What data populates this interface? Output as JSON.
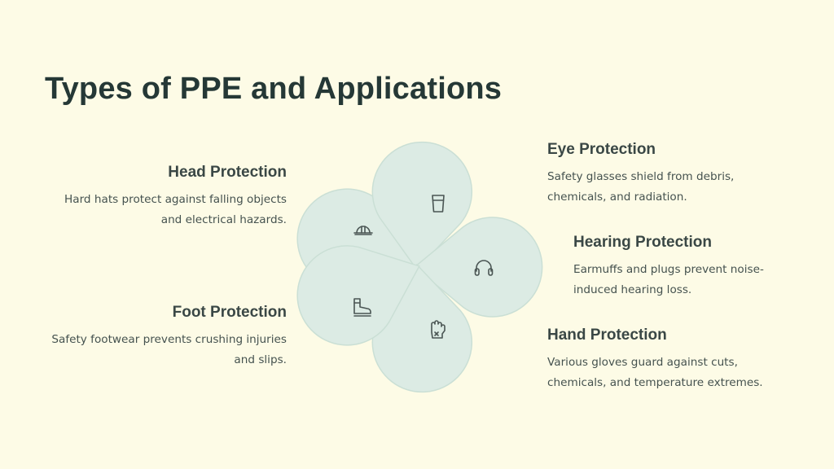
{
  "title": "Types of PPE and Applications",
  "items": {
    "head": {
      "heading": "Head Protection",
      "line1": "Hard hats protect against falling objects",
      "line2": "and electrical hazards.",
      "icon": "hard-hat-icon"
    },
    "eye": {
      "heading": "Eye Protection",
      "line1": "Safety glasses shield from debris,",
      "line2": "chemicals, and radiation.",
      "icon": "glasses-icon"
    },
    "hearing": {
      "heading": "Hearing Protection",
      "line1": "Earmuffs and plugs prevent noise-",
      "line2": "induced hearing loss.",
      "icon": "headphones-icon"
    },
    "hand": {
      "heading": "Hand Protection",
      "line1": "Various gloves guard against cuts,",
      "line2": "chemicals, and temperature extremes.",
      "icon": "glove-icon"
    },
    "foot": {
      "heading": "Foot Protection",
      "line1": "Safety footwear prevents crushing injuries",
      "line2": "and slips.",
      "icon": "boot-icon"
    }
  },
  "colors": {
    "background": "#fdfbe6",
    "petal": "#dcebe4",
    "title": "#253836"
  }
}
